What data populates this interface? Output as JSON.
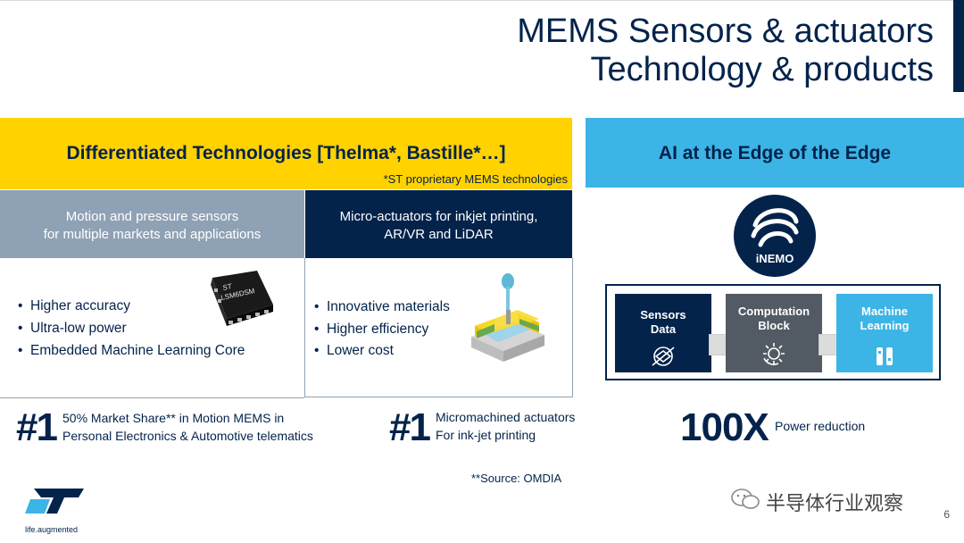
{
  "title": {
    "line1": "MEMS Sensors & actuators",
    "line2": "Technology & products"
  },
  "left_panel": {
    "heading": "Differentiated Technologies [Thelma*, Bastille*…]",
    "note": "*ST proprietary MEMS technologies",
    "col1": {
      "heading_line1": "Motion and pressure sensors",
      "heading_line2": "for multiple markets and applications",
      "bullets": [
        "Higher accuracy",
        "Ultra-low power",
        "Embedded Machine Learning Core"
      ],
      "chip_label": "LSM6DSM"
    },
    "col2": {
      "heading_line1": "Micro-actuators for inkjet printing,",
      "heading_line2": "AR/VR and LiDAR",
      "bullets": [
        "Innovative materials",
        "Higher efficiency",
        "Lower cost"
      ]
    }
  },
  "stats": {
    "stat1": {
      "num": "#1",
      "line1": "50% Market Share** in Motion MEMS in",
      "line2": "Personal Electronics & Automotive telematics"
    },
    "stat2": {
      "num": "#1",
      "line1": "Micromachined actuators",
      "line2": "For ink-jet printing"
    },
    "source": "**Source: OMDIA"
  },
  "right_panel": {
    "heading": "AI at the Edge of the Edge",
    "logo_text": "iNEMO",
    "pipeline": [
      {
        "line1": "Sensors",
        "line2": "Data",
        "icon": "sensor-icon",
        "color": "#03234b"
      },
      {
        "line1": "Computation",
        "line2": "Block",
        "icon": "gear-icon",
        "color": "#525a63"
      },
      {
        "line1": "Machine",
        "line2": "Learning",
        "icon": "ml-icon",
        "color": "#3cb4e6"
      }
    ],
    "stat": {
      "num": "100X",
      "text": "Power reduction"
    }
  },
  "footer": {
    "tagline": "life.augmented",
    "watermark": "半导体行业观察",
    "page": "6"
  },
  "colors": {
    "navy": "#03234b",
    "yellow": "#ffd200",
    "light_blue": "#3cb4e6",
    "grey_blue": "#8fa1b4",
    "dark_grey": "#525a63"
  }
}
